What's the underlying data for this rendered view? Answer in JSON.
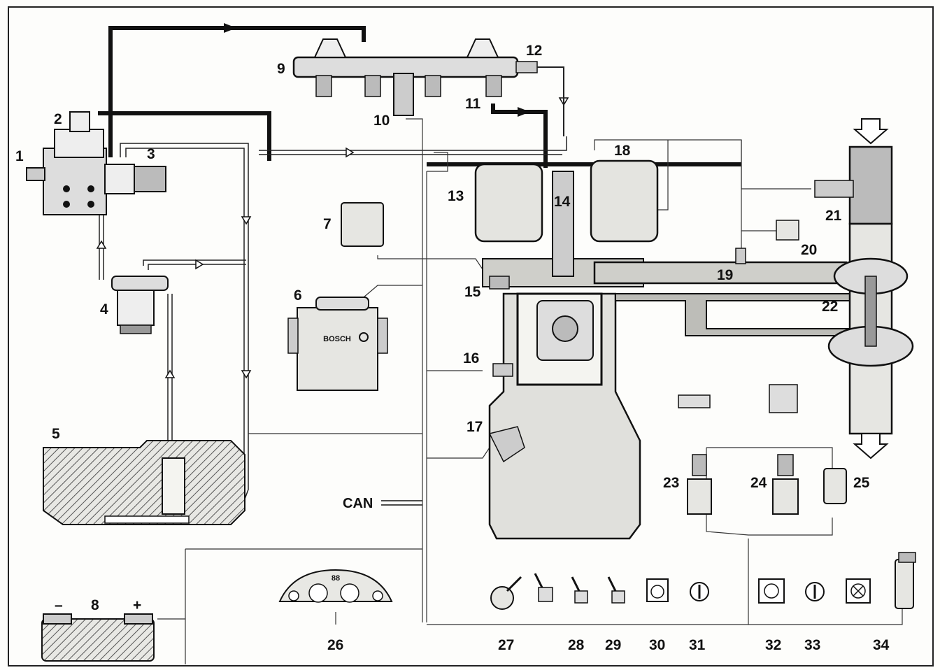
{
  "diagram": {
    "labels": [
      "1",
      "2",
      "3",
      "4",
      "5",
      "6",
      "7",
      "8",
      "9",
      "10",
      "11",
      "12",
      "13",
      "14",
      "15",
      "16",
      "17",
      "18",
      "19",
      "20",
      "21",
      "22",
      "23",
      "24",
      "25",
      "26",
      "27",
      "28",
      "29",
      "30",
      "31",
      "32",
      "33",
      "34"
    ],
    "can_label": "CAN",
    "battery_minus": "–",
    "battery_plus": "+",
    "ecu_brand": "BOSCH",
    "cluster_text": "88"
  }
}
